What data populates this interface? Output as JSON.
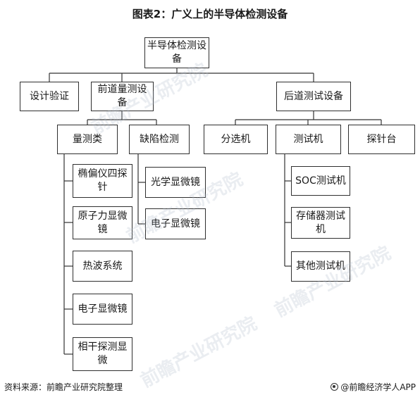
{
  "title": "图表2：广义上的半导体检测设备",
  "nodes": {
    "root": "半导体检测设备",
    "design_verification": "设计验证",
    "front_end": "前道量测设备",
    "back_end": "后道测试设备",
    "metrology": "量测类",
    "defect_inspection": "缺陷检测",
    "sorter": "分选机",
    "tester": "测试机",
    "prober": "探针台",
    "ellipsometer": "椭偏仪四探针",
    "afm": "原子力显微镜",
    "thermal_wave": "热波系统",
    "sem_metrology": "电子显微镜",
    "interferometer": "相干探测显微",
    "optical_microscope": "光学显微镜",
    "sem_defect": "电子显微镜",
    "soc_tester": "SOC测试机",
    "memory_tester": "存储器测试机",
    "other_tester": "其他测试机"
  },
  "source": "资料来源：前瞻产业研究院整理",
  "brand": "@前瞻经济学人APP",
  "watermark": "前瞻产业研究院"
}
